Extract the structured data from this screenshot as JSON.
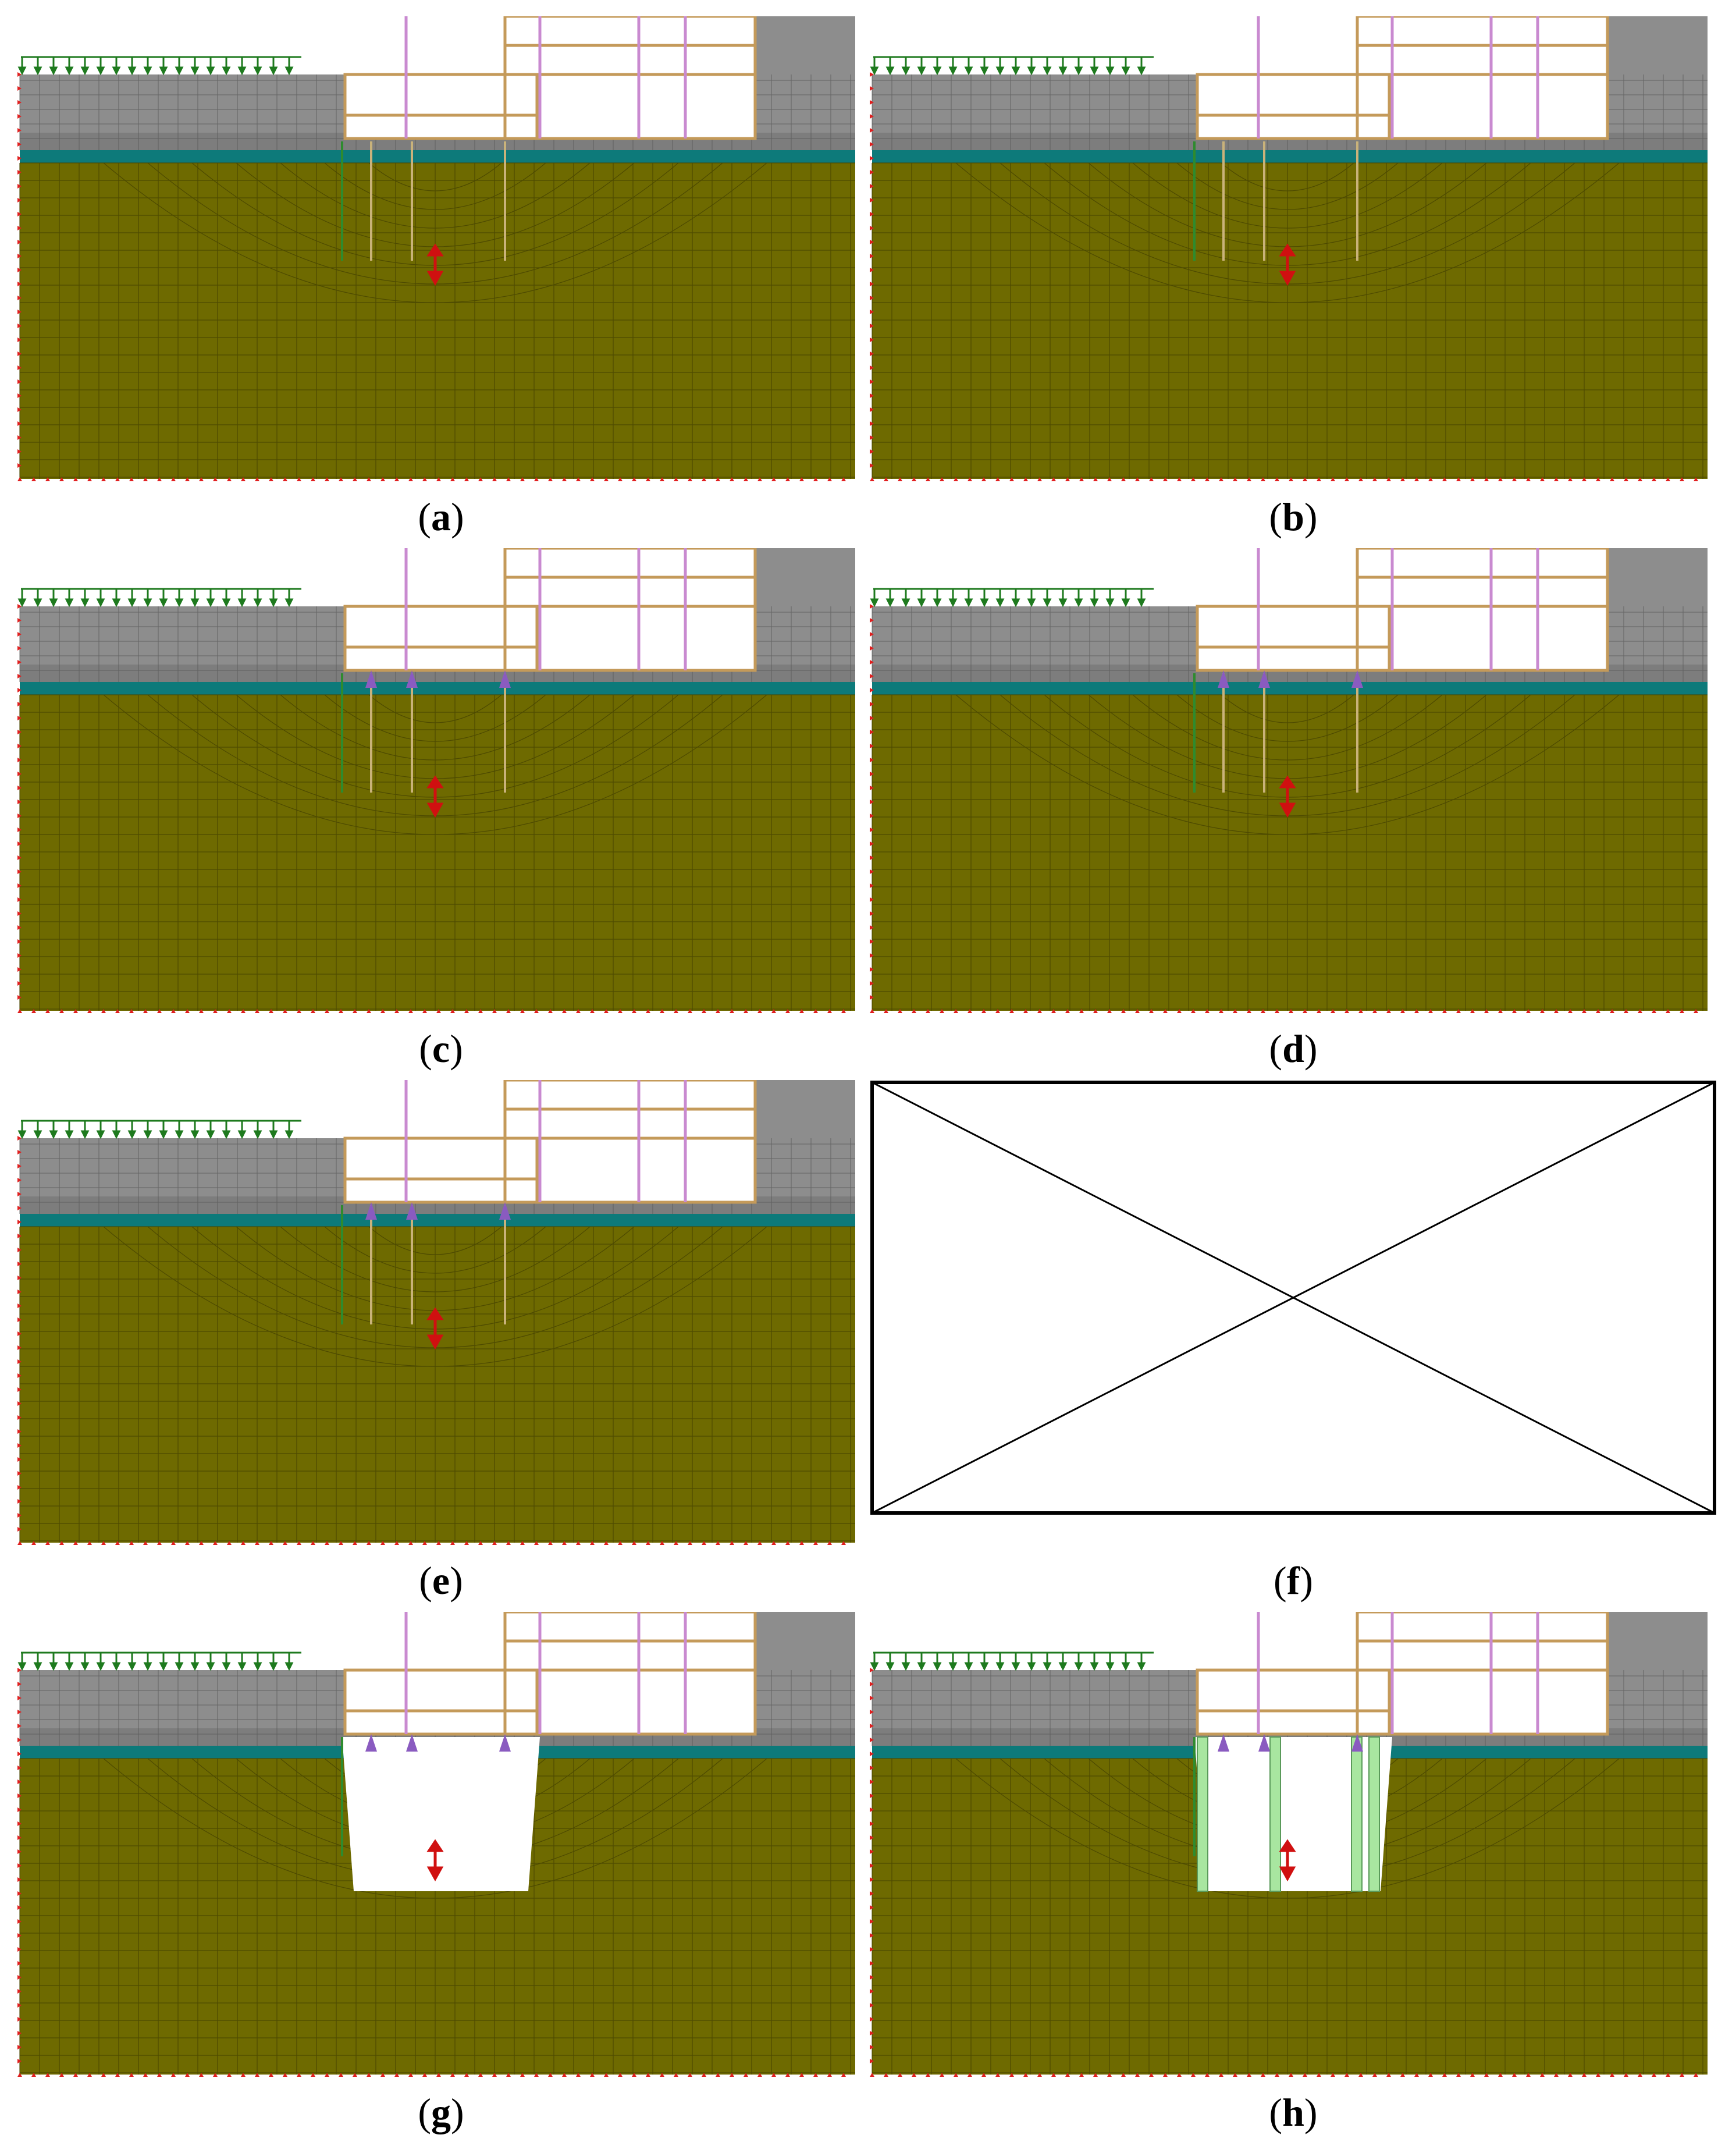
{
  "panels": [
    {
      "id": "a",
      "label": "a",
      "stage": "a"
    },
    {
      "id": "b",
      "label": "b",
      "stage": "b"
    },
    {
      "id": "c",
      "label": "c",
      "stage": "c"
    },
    {
      "id": "d",
      "label": "d",
      "stage": "d"
    },
    {
      "id": "e",
      "label": "e",
      "stage": "e"
    },
    {
      "id": "f",
      "label": "f",
      "stage": "placeholder"
    },
    {
      "id": "g",
      "label": "g",
      "stage": "g"
    },
    {
      "id": "h",
      "label": "h",
      "stage": "h"
    }
  ],
  "colors": {
    "soil": "#6e6a00",
    "soil_grid": "#4a4700",
    "backfill": "#8d8d8d",
    "backfill_grid": "#5a5a5a",
    "water_layer": "#0d7a7a",
    "frame": "#c49a5a",
    "column": "#c98ad0",
    "pile": "#c9b27a",
    "support_green": "#2e8b2e",
    "jacket": "#a8e6a0",
    "load_arrow": "#1e7a1e",
    "boundary_red": "#e02020",
    "lift_arrow": "#d01010",
    "jack_purple": "#8a5bc0"
  }
}
